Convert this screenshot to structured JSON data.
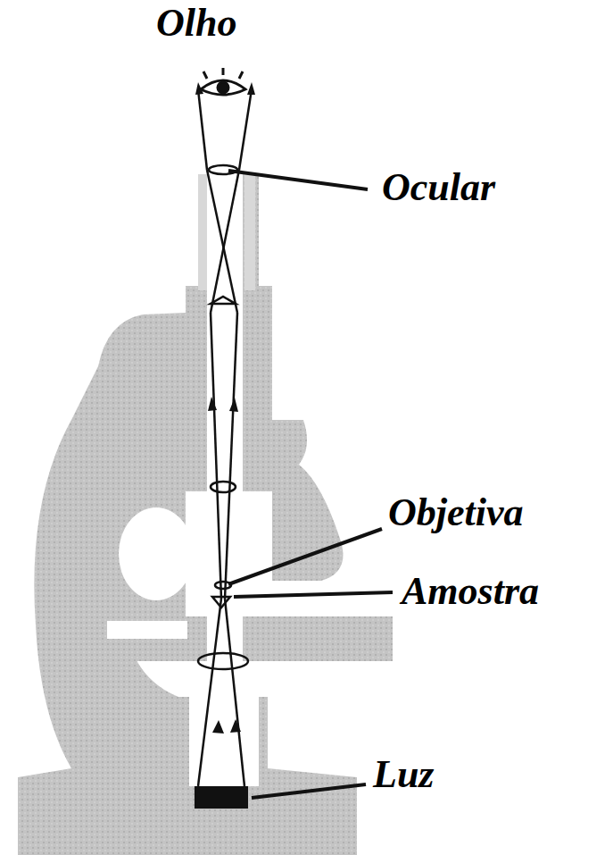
{
  "diagram": {
    "labels": [
      "Olho",
      "Ocular",
      "Objetiva",
      "Amostra",
      "Luz"
    ]
  }
}
